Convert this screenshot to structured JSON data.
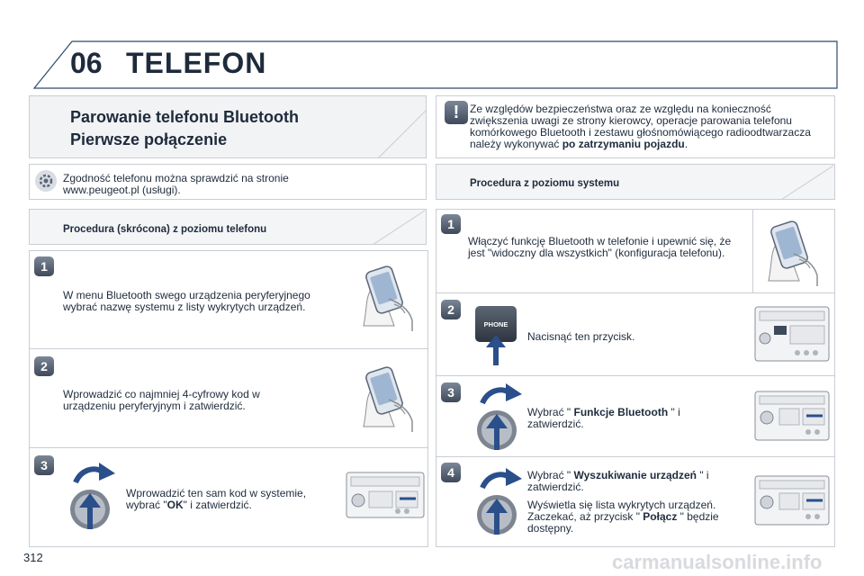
{
  "header": {
    "chapter": "06",
    "title": "TELEFON"
  },
  "page_number": "312",
  "watermark": "carmanualsonline.info",
  "pairing_title": {
    "line1": "Parowanie telefonu Bluetooth",
    "line2": "Pierwsze połączenie"
  },
  "warning": {
    "icon": "exclamation-icon",
    "text": "Ze względów bezpieczeństwa oraz ze względu na konieczność zwiększenia uwagi ze strony kierowcy, operacje parowania telefonu komórkowego Bluetooth i zestawu głośnomówiącego radioodtwarzacza należy wykonywać ",
    "bold": "po zatrzymaniu pojazdu",
    "end": "."
  },
  "info": {
    "icon": "gear-icon",
    "text": "Zgodność telefonu można sprawdzić na stronie www.peugeot.pl (usługi)."
  },
  "left_procedure": {
    "title": "Procedura (skrócona) z poziomu telefonu",
    "steps": [
      {
        "num": "1",
        "text": "W menu Bluetooth swego urządzenia peryferyjnego wybrać nazwę systemu z listy wykrytych urządzeń.",
        "image": "hand-phone-icon"
      },
      {
        "num": "2",
        "text": "Wprowadzić co najmniej 4-cyfrowy kod w urządzeniu peryferyjnym i zatwierdzić.",
        "image": "hand-phone-icon"
      },
      {
        "num": "3",
        "text_before": "Wprowadzić ten sam kod w systemie, wybrać \"",
        "text_bold": "OK",
        "text_after": "\" i zatwierdzić.",
        "image": "radio-panel-icon"
      }
    ]
  },
  "right_procedure": {
    "title": "Procedura z poziomu systemu",
    "steps": [
      {
        "num": "1",
        "text": "Włączyć funkcję Bluetooth w telefonie i upewnić się, że jest \"widoczny dla wszystkich\" (konfiguracja telefonu).",
        "image": "hand-phone-icon"
      },
      {
        "num": "2",
        "button_label": "PHONE",
        "text": "Nacisnąć ten przycisk.",
        "image": "radio-panel-icon"
      },
      {
        "num": "3",
        "text_before": "Wybrać \" ",
        "text_bold": "Funkcje Bluetooth",
        "text_after": " \" i zatwierdzić.",
        "image": "radio-panel-icon"
      },
      {
        "num": "4",
        "text_before": "Wybrać \" ",
        "text_bold": "Wyszukiwanie urządzeń",
        "text_after": " \" i zatwierdzić.",
        "text2_before": "Wyświetla się lista wykrytych urządzeń. Zaczekać, aż przycisk \" ",
        "text2_bold": "Połącz",
        "text2_after": " \" będzie dostępny.",
        "image": "radio-panel-icon"
      }
    ]
  },
  "colors": {
    "badge": "#556274",
    "border": "#c9cdd3",
    "text": "#1e2b3c",
    "arrow": "#2a4f8a"
  }
}
